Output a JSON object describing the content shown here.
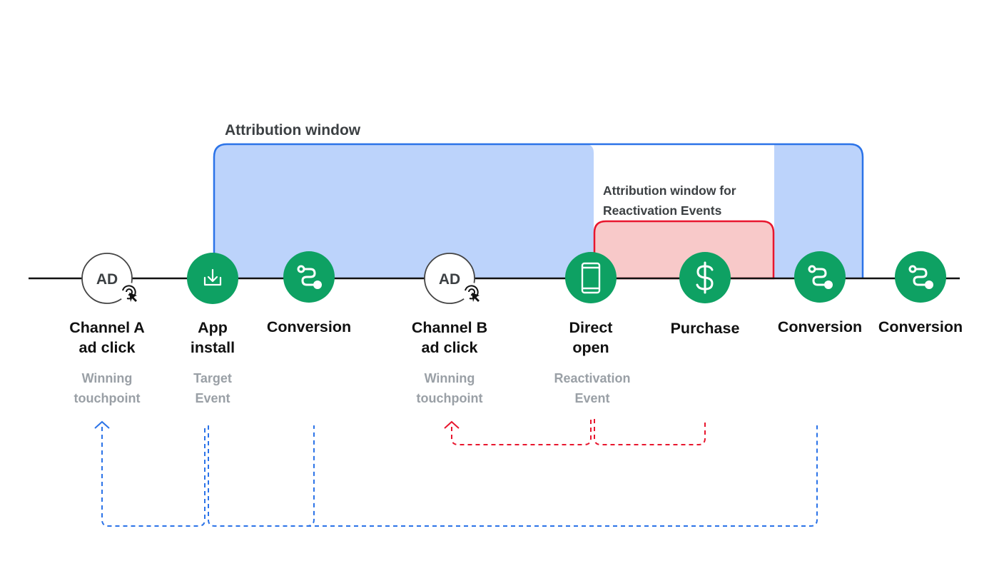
{
  "windows": {
    "main_title": "Attribution window",
    "reactivation_title_line1": "Attribution window for",
    "reactivation_title_line2": "Reactivation Events"
  },
  "colors": {
    "main_window_fill": "#bcd3fb",
    "main_window_stroke": "#2b73e8",
    "reactivation_fill": "#f8c9c9",
    "reactivation_stroke": "#e8162e",
    "node_green": "#0ea163",
    "blue_arrow": "#2b73e8",
    "red_arrow": "#e8162e"
  },
  "nodes": [
    {
      "type": "ad",
      "icon": "ad-click-icon",
      "badge": "AD",
      "label_line1": "Channel A",
      "label_line2": "ad click",
      "sub_line1": "Winning",
      "sub_line2": "touchpoint"
    },
    {
      "type": "event",
      "icon": "download-icon",
      "label_line1": "App",
      "label_line2": "install",
      "sub_line1": "Target",
      "sub_line2": "Event"
    },
    {
      "type": "event",
      "icon": "conversion-route-icon",
      "label_line1": "Conversion"
    },
    {
      "type": "ad",
      "icon": "ad-click-icon",
      "badge": "AD",
      "label_line1": "Channel B",
      "label_line2": "ad click",
      "sub_line1": "Winning",
      "sub_line2": "touchpoint"
    },
    {
      "type": "event",
      "icon": "smartphone-icon",
      "label_line1": "Direct",
      "label_line2": "open",
      "sub_line1": "Reactivation",
      "sub_line2": "Event"
    },
    {
      "type": "event",
      "icon": "dollar-icon",
      "label_line1": "Purchase"
    },
    {
      "type": "event",
      "icon": "conversion-route-icon",
      "label_line1": "Conversion"
    },
    {
      "type": "event",
      "icon": "conversion-route-icon",
      "label_line1": "Conversion"
    }
  ]
}
